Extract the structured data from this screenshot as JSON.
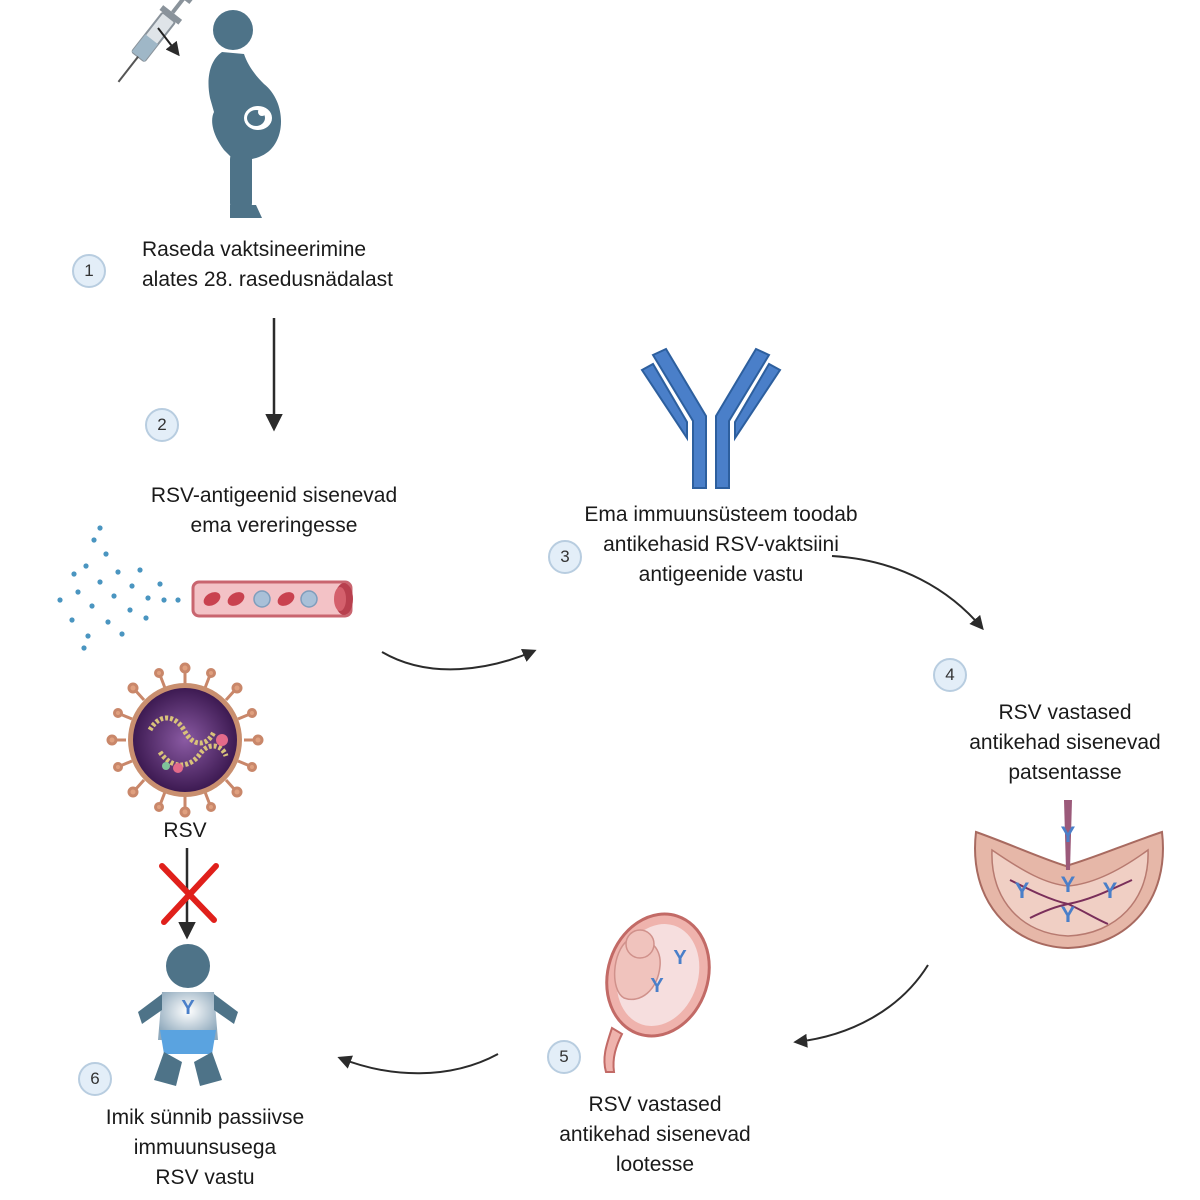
{
  "steps": [
    {
      "number": "1",
      "lines": [
        "Raseda vaktsineerimine",
        "alates 28. rasedusnädalast"
      ]
    },
    {
      "number": "2",
      "lines": [
        "RSV-antigeenid sisenevad",
        "ema vereringesse"
      ]
    },
    {
      "number": "3",
      "lines": [
        "Ema immuunsüsteem toodab",
        "antikehasid RSV-vaktsiini",
        "antigeenide vastu"
      ]
    },
    {
      "number": "4",
      "lines": [
        "RSV vastased",
        "antikehad sisenevad",
        "patsentasse"
      ]
    },
    {
      "number": "5",
      "lines": [
        "RSV vastased",
        "antikehad sisenevad",
        "lootesse"
      ]
    },
    {
      "number": "6",
      "lines": [
        "Imik sünnib passiivse",
        "immuunsusega",
        "RSV vastu"
      ]
    }
  ],
  "virus_label": "RSV",
  "colors": {
    "figure": "#4e7388",
    "antibody": "#4a7fc9",
    "arrow": "#2b2b2b",
    "blocked": "#e0201b",
    "step_fill": "#e3eef8",
    "vessel": "#e8a0a8",
    "virus": "#5a2d6e",
    "placenta": "#e6b7a8"
  },
  "icons": [
    "syringe-icon",
    "pregnant-woman-icon",
    "antibody-icon",
    "blood-vessel-icon",
    "antigen-spray-icon",
    "rsv-virus-icon",
    "placenta-icon",
    "uterus-fetus-icon",
    "infant-icon",
    "blocked-cross-icon"
  ]
}
